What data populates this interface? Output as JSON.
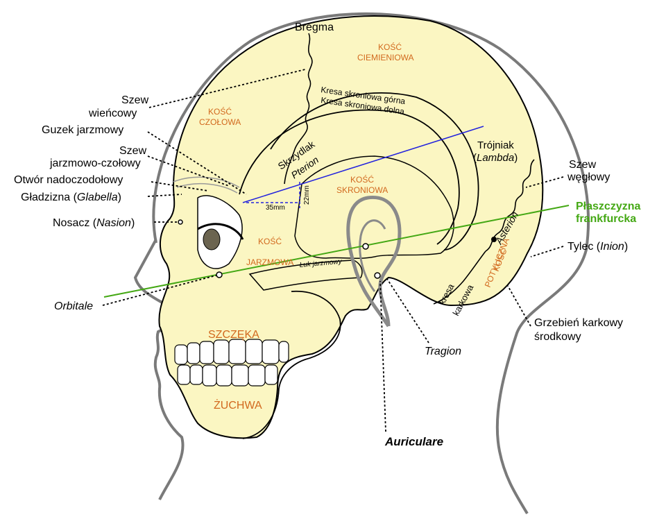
{
  "colors": {
    "skull_fill": "#fbf6c2",
    "outline": "#000000",
    "head_outline": "#7a7a7a",
    "bone_label": "#d2691e",
    "frankfurt_line": "#44a814",
    "blue_line": "#2222dd",
    "text": "#000000"
  },
  "bones": {
    "parietal": [
      "KOŚĆ",
      "CIEMIENIOWA"
    ],
    "frontal": [
      "KOŚĆ",
      "CZOŁOWA"
    ],
    "temporal": [
      "KOŚĆ",
      "SKRONIOWA"
    ],
    "zygomatic": [
      "KOŚĆ",
      "JARZMOWA"
    ],
    "occipital": [
      "KOŚĆ",
      "POTYLICZNA"
    ],
    "maxilla": "SZCZĘKA",
    "mandible": "ŻUCHWA"
  },
  "labels": {
    "bregma": "Bregma",
    "coronal_suture": [
      "Szew",
      "wieńcowy"
    ],
    "zygomatic_tubercle": "Guzek jarzmowy",
    "frontozygomatic_suture": [
      "Szew",
      "jarzmowo-czołowy"
    ],
    "supraorbital_foramen": "Otwór nadoczodołowy",
    "glabella": {
      "prefix": "Gładzizna (",
      "italic": "Glabella",
      "suffix": ")"
    },
    "nasion": {
      "prefix": "Nosacz (",
      "italic": "Nasion",
      "suffix": ")"
    },
    "orbitale": "Orbitale",
    "superior_temporal_line": "Kresa skroniowa górna",
    "inferior_temporal_line": "Kresa skroniowa dolna",
    "pterion": {
      "line1": "Skrzydlak",
      "italic": "Pterion"
    },
    "lambda": {
      "line1": "Trójniak",
      "italic": "Lambda"
    },
    "lambdoid_suture": [
      "Szew",
      "węgłowy"
    ],
    "frankfurt_plane": [
      "Płaszczyzna",
      "frankfurcka"
    ],
    "inion": {
      "prefix": "Tylec (",
      "italic": "Inion",
      "suffix": ")"
    },
    "asterion": "Asterion",
    "mastoid_line": [
      "kresa",
      "karkowa"
    ],
    "external_occipital_crest": [
      "Grzebień karkowy",
      "środkowy"
    ],
    "tragion": "Tragion",
    "auriculare": "Auriculare",
    "zygomatic_arch": "Łuk jarzmowy",
    "dim_35": "35mm",
    "dim_22": "22mm"
  }
}
